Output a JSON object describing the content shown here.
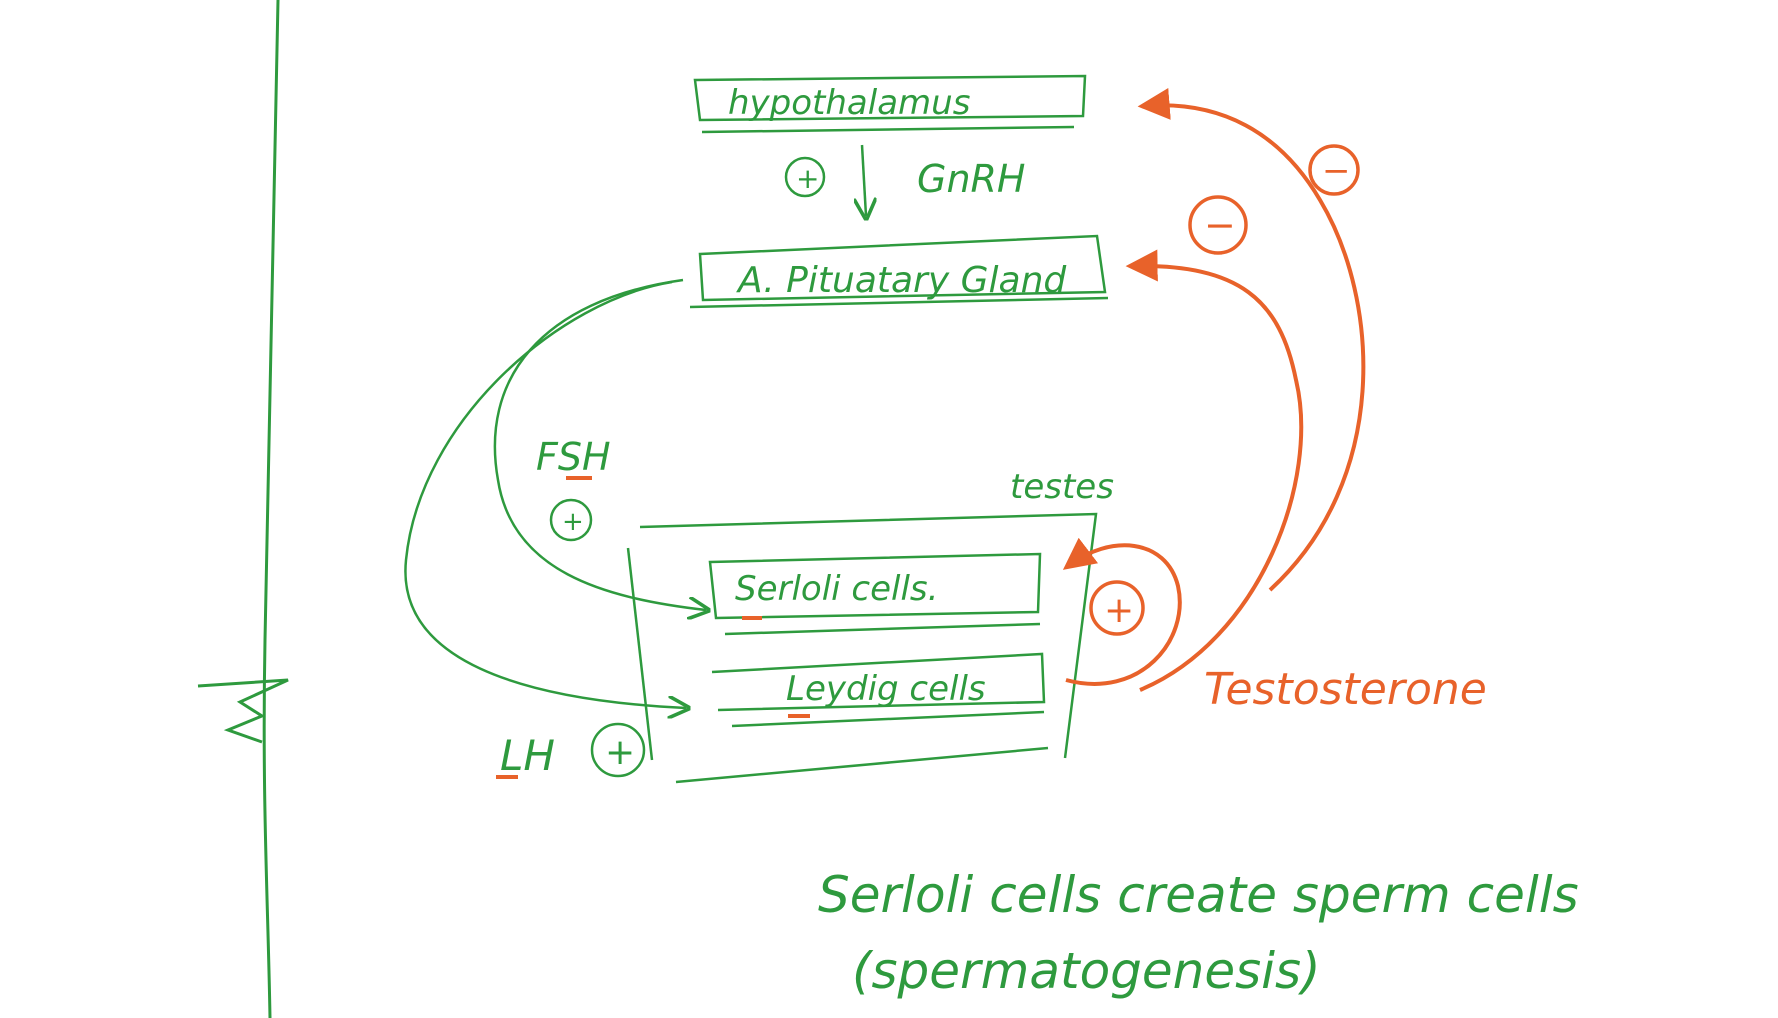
{
  "colors": {
    "green": "#2e9a3e",
    "orange": "#e8622a",
    "background": "#ffffff"
  },
  "boxes": {
    "hypothalamus": "hypothalamus",
    "pituitary": "A. Pituatary Gland",
    "sertoli": "Serloli cells.",
    "leydig": "Leydig cells"
  },
  "labels": {
    "gnrh": "GnRH",
    "fsh": "FSH",
    "lh": "LH",
    "testes": "testes",
    "testosterone": "Testosterone",
    "plus": "+",
    "minus": "−"
  },
  "notes": {
    "line1": "Serloli cells create sperm cells",
    "line2": "(spermatogenesis)"
  }
}
